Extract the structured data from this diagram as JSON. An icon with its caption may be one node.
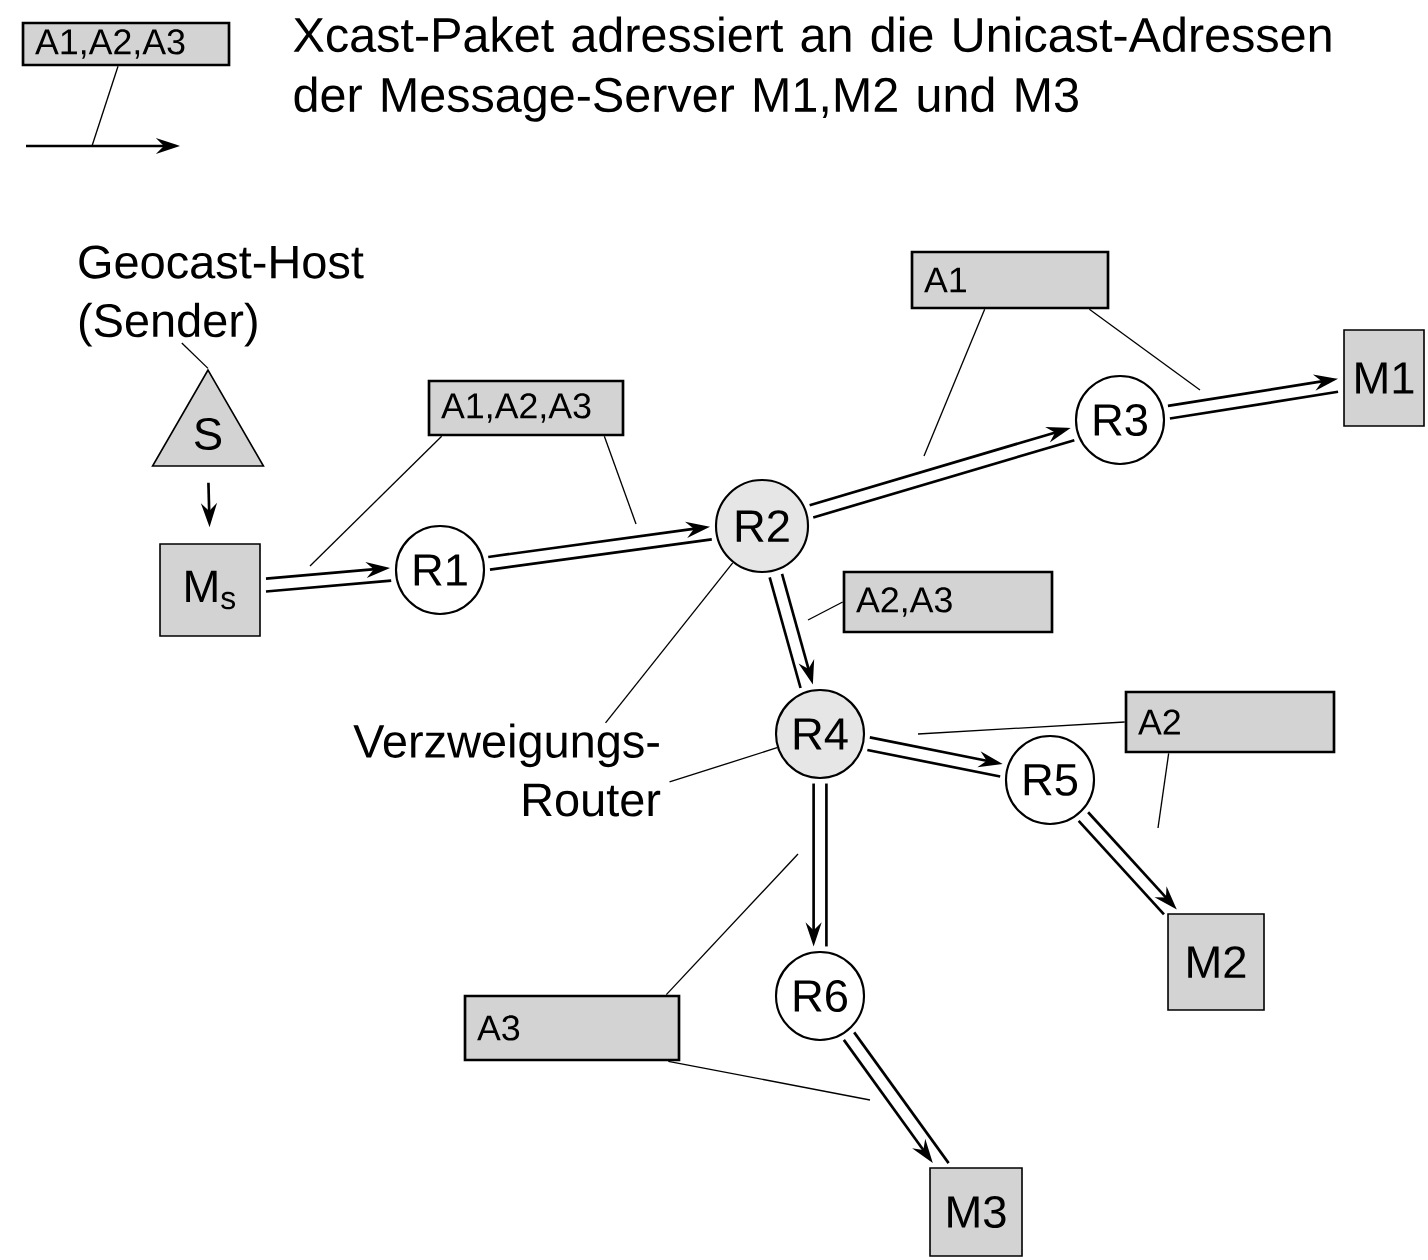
{
  "diagram": {
    "nodes": [
      {
        "text": [
          "A1,A2,A3"
        ]
      },
      {
        "text": [
          "Geocast-Host (Sender)"
        ]
      },
      {
        "text": [
          "S"
        ]
      },
      {
        "text": [
          "M$_{s}$"
        ]
      },
      {
        "text": [
          "R1"
        ]
      },
      {
        "text": [
          "R2"
        ]
      },
      {
        "text": [
          "R3"
        ]
      },
      {
        "text": [
          "M1"
        ]
      },
      {
        "text": [
          "R4"
        ]
      },
      {
        "text": [
          "R5"
        ]
      },
      {
        "text": [
          "M2"
        ]
      },
      {
        "text": [
          "R6"
        ]
      },
      {
        "text": [
          "M3"
        ]
      },
      {
        "text": [
          "Verzweigungs- Router"
        ]
      },
      {
        "text": [
          "A1,A2,A3"
        ]
      },
      {
        "text": [
          "A1"
        ]
      },
      {
        "text": [
          "A2,A3"
        ]
      },
      {
        "text": [
          "A2"
        ]
      },
      {
        "text": [
          "A3"
        ]
      }
    ],
    "edges": [
      {
        "from": 0,
        "to": null,
        "arrow": "none"
      },
      {
        "from": 1,
        "to": 2,
        "arrow": "none"
      },
      {
        "from": 2,
        "to": 3,
        "arrow": "to"
      },
      {
        "from": 3,
        "to": 4,
        "arrow": "to"
      },
      {
        "from": 4,
        "to": 5,
        "arrow": "to"
      },
      {
        "from": 5,
        "to": 6,
        "arrow": "to"
      },
      {
        "from": 6,
        "to": 7,
        "arrow": "to"
      },
      {
        "from": 5,
        "to": 8,
        "arrow": "to"
      },
      {
        "from": 8,
        "to": 9,
        "arrow": "to"
      },
      {
        "from": 9,
        "to": 10,
        "arrow": "to"
      },
      {
        "from": 8,
        "to": 11,
        "arrow": "to"
      },
      {
        "from": 11,
        "to": 12,
        "arrow": "to"
      },
      {
        "from": 13,
        "to": 5,
        "arrow": "none"
      },
      {
        "from": 13,
        "to": 8,
        "arrow": "none"
      },
      {
        "from": 14,
        "to": null,
        "arrow": "none"
      },
      {
        "from": 14,
        "to": null,
        "arrow": "none"
      },
      {
        "from": 15,
        "to": null,
        "arrow": "none"
      },
      {
        "from": 15,
        "to": null,
        "arrow": "none"
      },
      {
        "from": 16,
        "to": null,
        "arrow": "none"
      },
      {
        "from": 17,
        "to": null,
        "arrow": "none"
      },
      {
        "from": 17,
        "to": null,
        "arrow": "none"
      },
      {
        "from": 18,
        "to": null,
        "arrow": "none"
      },
      {
        "from": 18,
        "to": null,
        "arrow": "none"
      },
      {
        "from": 3,
        "to": 4,
        "arrow": "none"
      },
      {
        "from": 4,
        "to": 5,
        "arrow": "none"
      },
      {
        "from": 5,
        "to": 6,
        "arrow": "none"
      },
      {
        "from": 6,
        "to": 7,
        "arrow": "none"
      },
      {
        "from": 5,
        "to": 8,
        "arrow": "none"
      },
      {
        "from": 8,
        "to": 9,
        "arrow": "none"
      },
      {
        "from": 9,
        "to": 10,
        "arrow": "none"
      },
      {
        "from": 8,
        "to": 11,
        "arrow": "none"
      },
      {
        "from": 11,
        "to": 12,
        "arrow": "none"
      }
    ],
    "labels": [
      "Xcast-Paket adressiert an die Unicast-Adressen der Message-Server M1,M2 und M3"
    ]
  }
}
